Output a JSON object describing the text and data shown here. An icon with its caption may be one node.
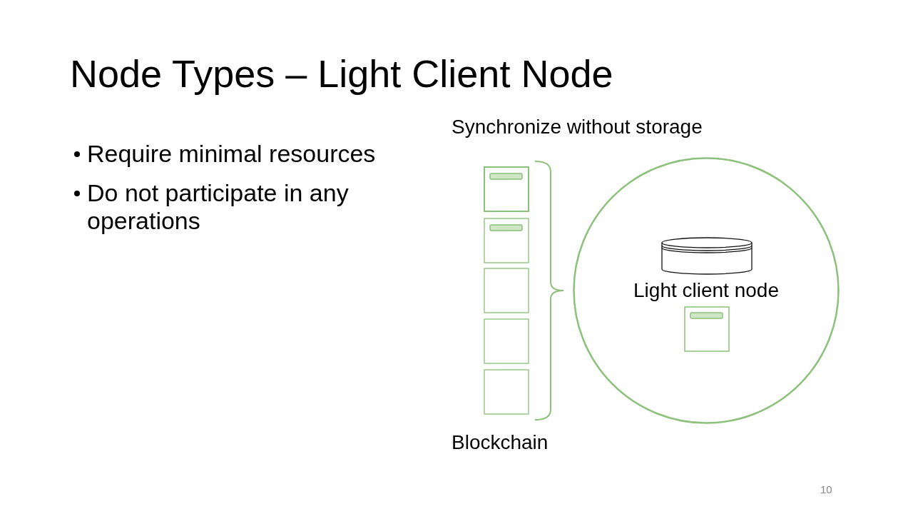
{
  "diagram": {
    "title": "Node Types – Light Client Node",
    "nodes": [
      {
        "text": [
          "Light client node"
        ]
      }
    ],
    "labels": [
      "Require minimal resources",
      "Do not participate in any operations",
      "Synchronize without storage",
      "Blockchain",
      "10"
    ]
  }
}
